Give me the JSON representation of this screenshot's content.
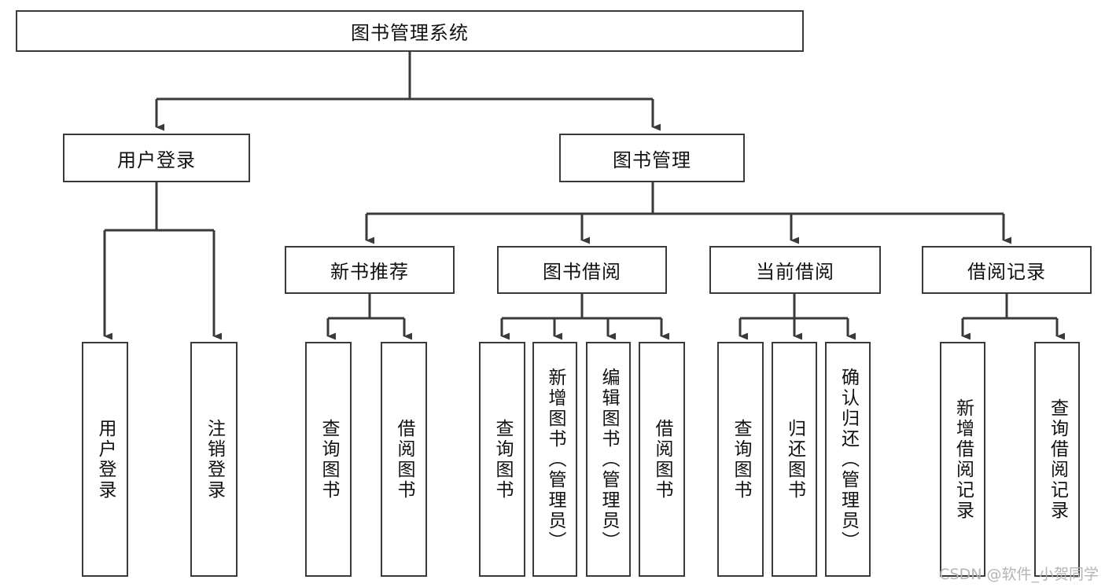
{
  "diagram": {
    "type": "tree-hierarchy-chart",
    "title_node": {
      "label": "图书管理系统"
    },
    "level2": [
      {
        "id": "user-login",
        "label": "用户登录"
      },
      {
        "id": "book-management",
        "label": "图书管理"
      }
    ],
    "level3": [
      {
        "id": "new-book-recommend",
        "label": "新书推荐",
        "parent": "book-management"
      },
      {
        "id": "book-borrow",
        "label": "图书借阅",
        "parent": "book-management"
      },
      {
        "id": "current-borrow",
        "label": "当前借阅",
        "parent": "book-management"
      },
      {
        "id": "borrow-record",
        "label": "借阅记录",
        "parent": "book-management"
      }
    ],
    "leaves": [
      {
        "id": "leaf-user-login",
        "label": "用户登录",
        "parent": "user-login"
      },
      {
        "id": "leaf-logout-login",
        "label": "注销登录",
        "parent": "user-login"
      },
      {
        "id": "leaf-query-book-1",
        "label": "查询图书",
        "parent": "new-book-recommend"
      },
      {
        "id": "leaf-borrow-book-1",
        "label": "借阅图书",
        "parent": "new-book-recommend"
      },
      {
        "id": "leaf-query-book-2",
        "label": "查询图书",
        "parent": "book-borrow"
      },
      {
        "id": "leaf-add-book",
        "label": "新增图书（管理员）",
        "parent": "book-borrow"
      },
      {
        "id": "leaf-edit-book",
        "label": "编辑图书（管理员）",
        "parent": "book-borrow"
      },
      {
        "id": "leaf-borrow-book-2",
        "label": "借阅图书",
        "parent": "book-borrow"
      },
      {
        "id": "leaf-query-book-3",
        "label": "查询图书",
        "parent": "current-borrow"
      },
      {
        "id": "leaf-return-book",
        "label": "归还图书",
        "parent": "current-borrow"
      },
      {
        "id": "leaf-confirm-return",
        "label": "确认归还（管理员）",
        "parent": "current-borrow"
      },
      {
        "id": "leaf-add-borrow-record",
        "label": "新增借阅记录",
        "parent": "borrow-record"
      },
      {
        "id": "leaf-query-borrow-record",
        "label": "查询借阅记录",
        "parent": "borrow-record"
      }
    ],
    "colors": {
      "box_border": "#3a3a3a",
      "connector": "#3a3a3a",
      "text": "#111111",
      "background": "#ffffff",
      "watermark": "#b4b4b4"
    }
  },
  "watermark": {
    "text": "CSDN @软件_小贺同学"
  }
}
